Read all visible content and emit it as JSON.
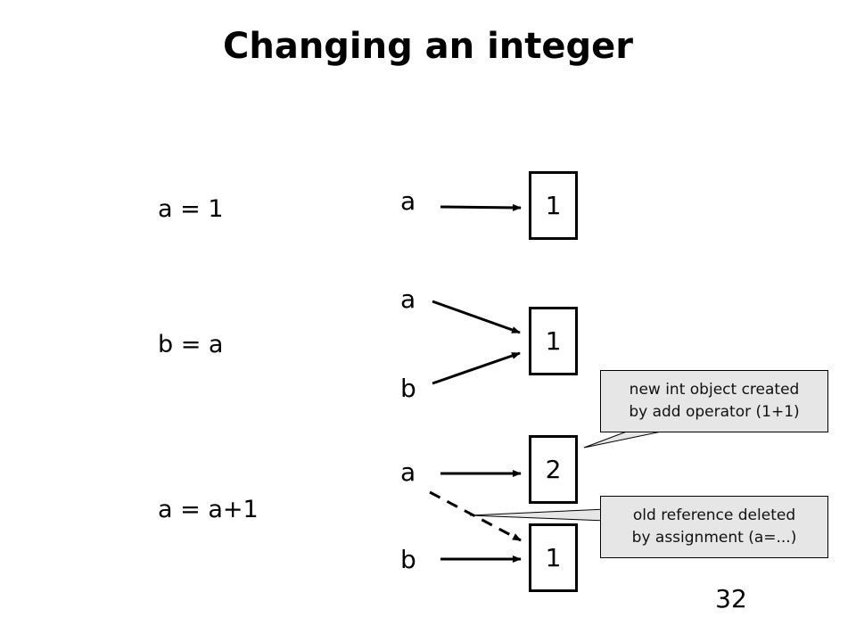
{
  "title": "Changing an integer",
  "statements": [
    "a = 1",
    "b = a",
    "a = a+1"
  ],
  "variables": {
    "row1_a": "a",
    "row2_a": "a",
    "row2_b": "b",
    "row3_a": "a",
    "row3_b": "b"
  },
  "objects": {
    "row1": "1",
    "row2": "1",
    "row3_new": "2",
    "row3_old": "1"
  },
  "callouts": {
    "new_object": [
      "new int object created",
      "by add operator (1+1)"
    ],
    "old_reference": [
      "old reference deleted",
      "by assignment (a=...)"
    ]
  },
  "page_number": "32",
  "colors": {
    "callout_fill": "#e6e6e6",
    "stroke": "#000000"
  }
}
